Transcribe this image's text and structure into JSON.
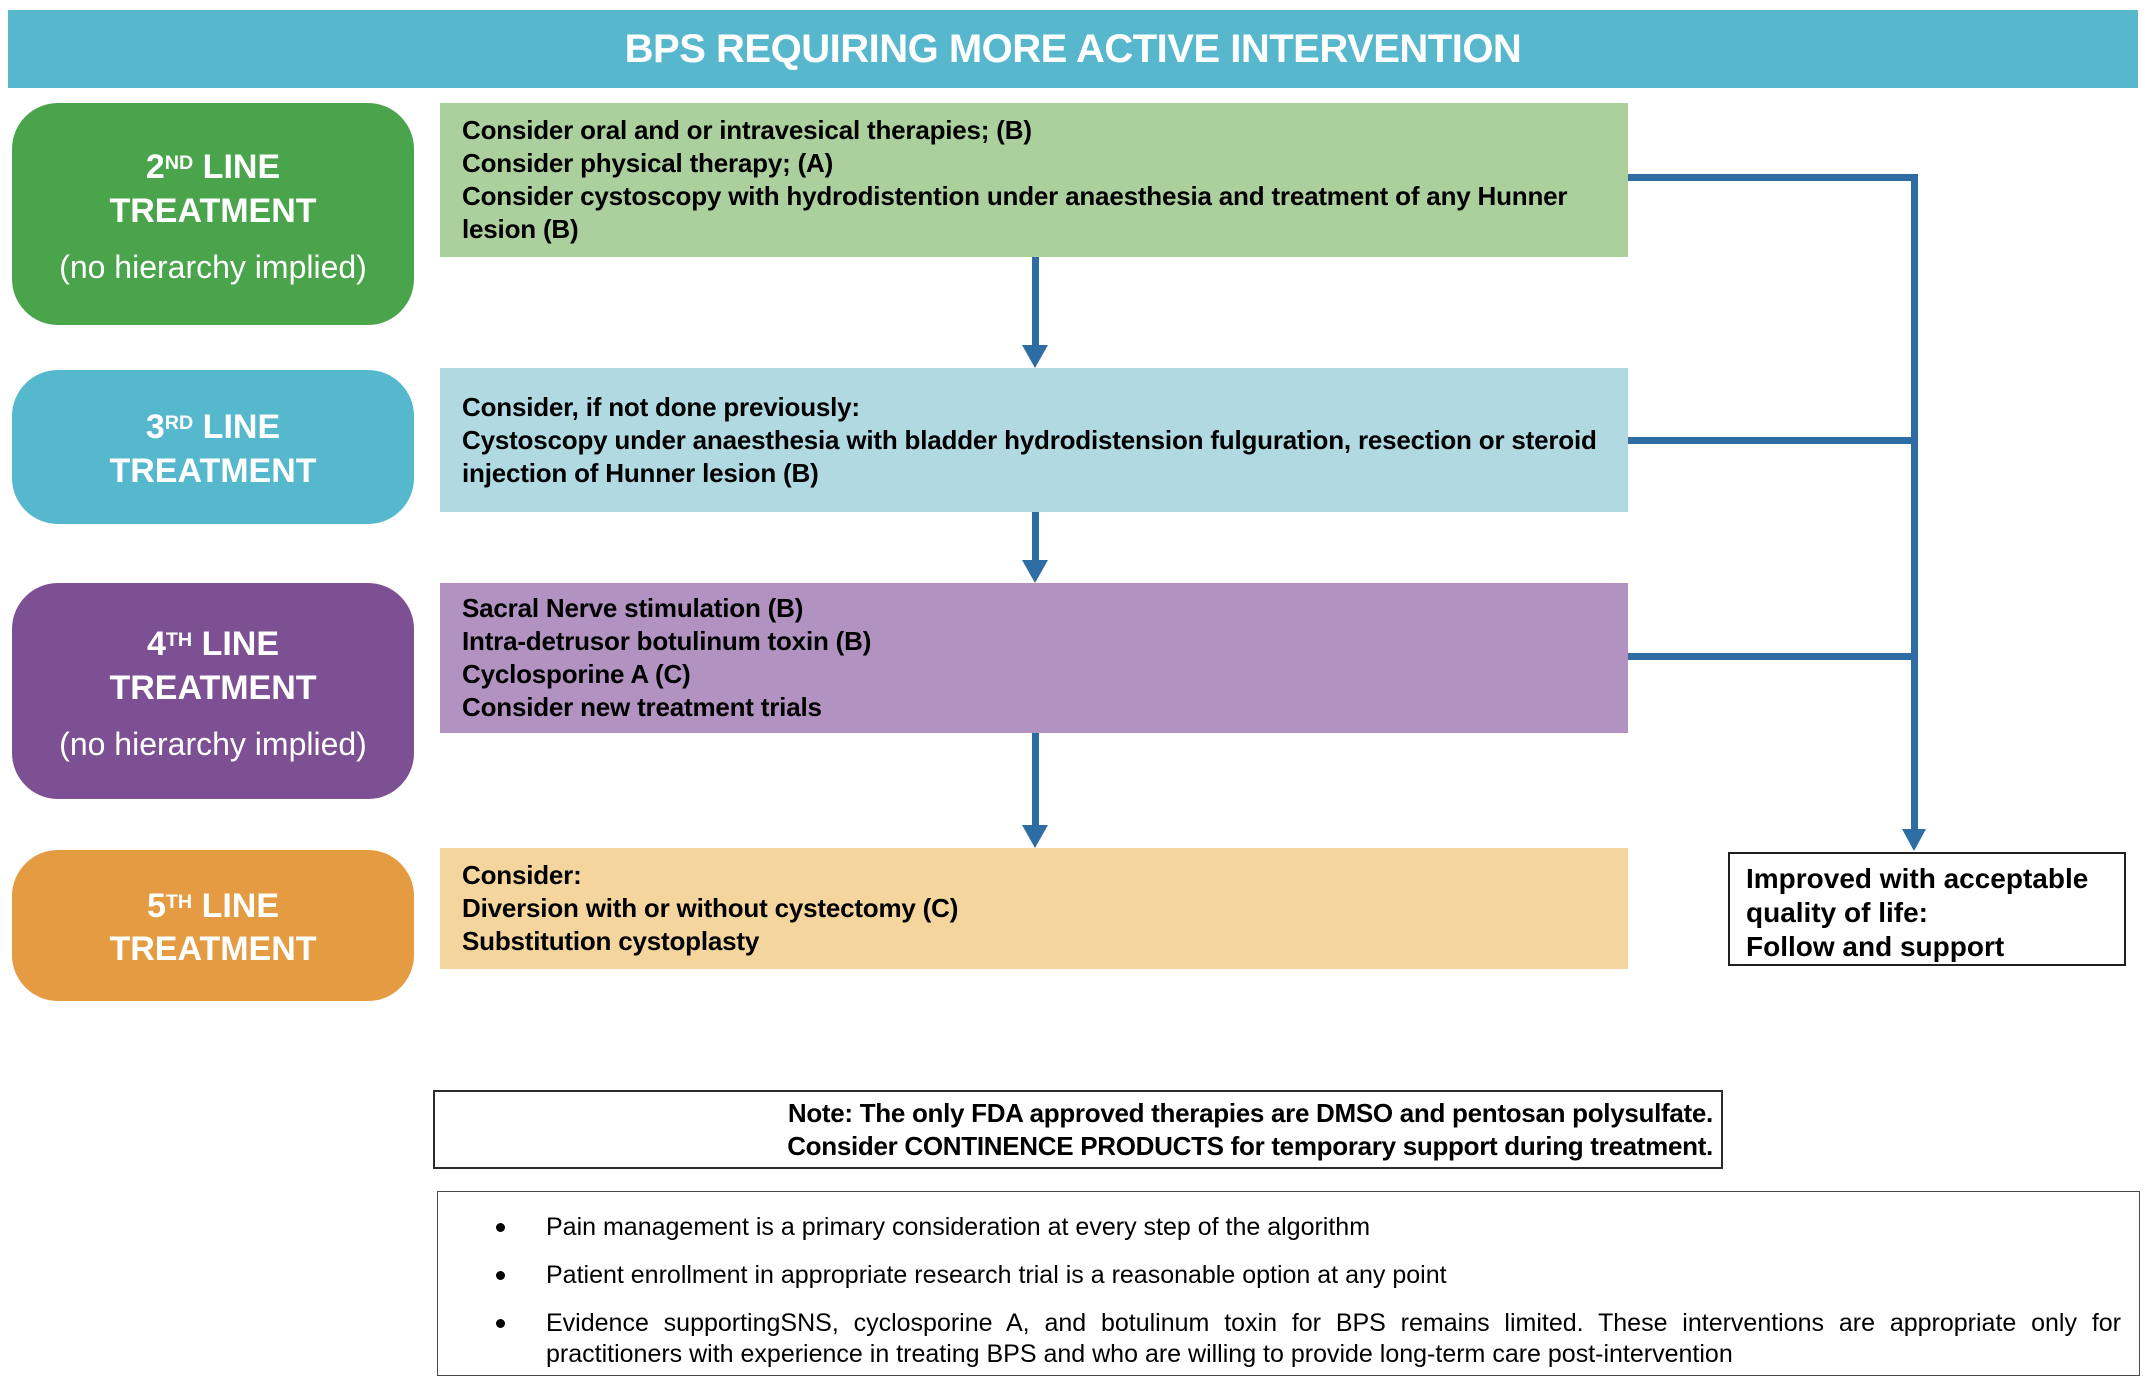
{
  "header": {
    "title": "BPS REQUIRING MORE ACTIVE INTERVENTION"
  },
  "colors": {
    "header_bg": "#57b7cd",
    "arrow": "#2e6da4",
    "line2_label_bg": "#4aa44b",
    "line2_content_bg": "#abd09e",
    "line3_label_bg": "#55b8cc",
    "line3_content_bg": "#b0d9e2",
    "line4_label_bg": "#7d4f93",
    "line4_content_bg": "#b192c0",
    "line5_label_bg": "#e49b42",
    "line5_content_bg": "#f4d59e",
    "outcome_border": "#231f20"
  },
  "rows": [
    {
      "label": {
        "ordinal": "2",
        "sup": "ND",
        "line1_rest": " LINE",
        "line2": "TREATMENT",
        "note": "(no hierarchy implied)"
      },
      "content_lines": [
        "Consider oral and or intravesical therapies; (B)",
        "Consider physical therapy; (A)",
        "Consider cystoscopy with hydrodistention under anaesthesia and treatment of any Hunner lesion (B)"
      ]
    },
    {
      "label": {
        "ordinal": "3",
        "sup": "RD",
        "line1_rest": " LINE",
        "line2": "TREATMENT"
      },
      "content_lines": [
        "Consider, if not done previously:",
        "Cystoscopy under anaesthesia with bladder hydrodistension fulguration, resection or steroid injection of Hunner lesion (B)"
      ]
    },
    {
      "label": {
        "ordinal": "4",
        "sup": "TH",
        "line1_rest": " LINE",
        "line2": "TREATMENT",
        "note": "(no hierarchy implied)"
      },
      "content_lines": [
        "Sacral Nerve stimulation (B)",
        "Intra-detrusor botulinum toxin (B)",
        "Cyclosporine A (C)",
        "Consider new treatment trials"
      ]
    },
    {
      "label": {
        "ordinal": "5",
        "sup": "TH",
        "line1_rest": " LINE",
        "line2": "TREATMENT"
      },
      "content_lines": [
        "Consider:",
        "Diversion with or without cystectomy (C)",
        "Substitution cystoplasty"
      ]
    }
  ],
  "outcome": {
    "line1": "Improved with acceptable quality of life:",
    "line2": "Follow and support"
  },
  "note": {
    "line1": "Note: The only FDA approved therapies are DMSO and pentosan polysulfate.",
    "line2": "Consider CONTINENCE PRODUCTS for temporary support during treatment."
  },
  "bullets": [
    "Pain management is a primary consideration at every step of the algorithm",
    "Patient enrollment in appropriate research trial is a reasonable option at any point",
    "Evidence supportingSNS, cyclosporine A, and botulinum toxin for BPS remains limited. These interventions are appropriate only for practitioners with experience in treating BPS and who are willing to provide long-term care post-intervention"
  ]
}
